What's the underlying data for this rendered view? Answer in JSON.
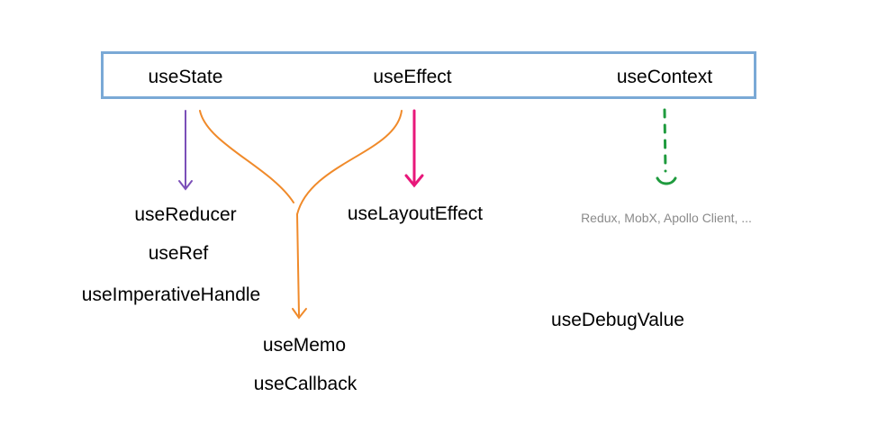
{
  "core_hooks": {
    "use_state": "useState",
    "use_effect": "useEffect",
    "use_context": "useContext"
  },
  "derived_hooks": {
    "use_reducer": "useReducer",
    "use_ref": "useRef",
    "use_imperative_handle": "useImperativeHandle",
    "use_layout_effect": "useLayoutEffect",
    "use_memo": "useMemo",
    "use_callback": "useCallback",
    "use_debug_value": "useDebugValue"
  },
  "context_alternatives": "Redux, MobX, Apollo Client, ...",
  "colors": {
    "box_border": "#7aa9d6",
    "state_arrow": "#7b4fb8",
    "memo_arrows": "#f08a2a",
    "layout_arrow": "#e8177a",
    "context_arrow": "#1f9b3e",
    "muted_text": "#8a8a8a"
  }
}
